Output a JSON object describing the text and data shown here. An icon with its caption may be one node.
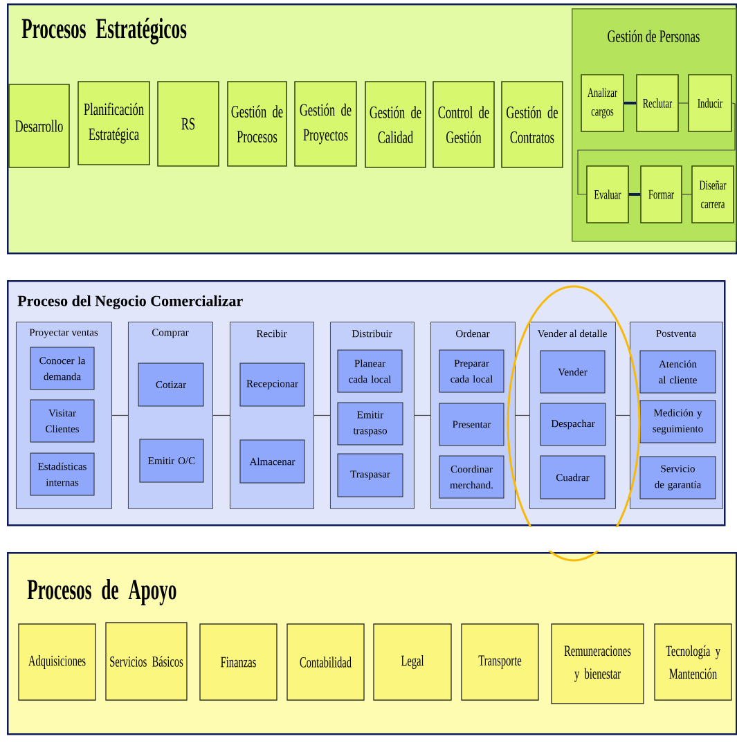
{
  "diagram": {
    "nodes": [
      {
        "text": [
          "Procesos Estratégicos"
        ]
      },
      {
        "text": [
          "Desarrollo"
        ],
        "in": 0
      },
      {
        "text": [
          "Planificación Estratégica"
        ],
        "in": 0
      },
      {
        "text": [
          "RS"
        ],
        "in": 0
      },
      {
        "text": [
          "Gestión de Procesos"
        ],
        "in": 0
      },
      {
        "text": [
          "Gestión de Proyectos"
        ],
        "in": 0
      },
      {
        "text": [
          "Gestión de Calidad"
        ],
        "in": 0
      },
      {
        "text": [
          "Control de Gestión"
        ],
        "in": 0
      },
      {
        "text": [
          "Gestión de Contratos"
        ],
        "in": 0
      },
      {
        "text": [
          "Gestión de Personas"
        ],
        "in": 0
      },
      {
        "text": [
          "Analizar cargos"
        ],
        "in": 9
      },
      {
        "text": [
          "Reclutar"
        ],
        "in": 9
      },
      {
        "text": [
          "Inducir"
        ],
        "in": 9
      },
      {
        "text": [
          "Evaluar"
        ],
        "in": 9
      },
      {
        "text": [
          "Formar"
        ],
        "in": 9
      },
      {
        "text": [
          "Diseñar carrera"
        ],
        "in": 9
      },
      {
        "text": [
          "Proceso del Negocio Comercializar"
        ]
      },
      {
        "text": [
          "Proyectar ventas"
        ],
        "in": 16
      },
      {
        "text": [
          "Conocer la demanda"
        ],
        "in": 17
      },
      {
        "text": [
          "Visitar Clientes"
        ],
        "in": 17
      },
      {
        "text": [
          "Estadísticas internas"
        ],
        "in": 17
      },
      {
        "text": [
          "Comprar"
        ],
        "in": 16
      },
      {
        "text": [
          "Cotizar"
        ],
        "in": 21
      },
      {
        "text": [
          "Emitir O/C"
        ],
        "in": 21
      },
      {
        "text": [
          "Recibir"
        ],
        "in": 16
      },
      {
        "text": [
          "Recepcionar"
        ],
        "in": 24
      },
      {
        "text": [
          "Almacenar"
        ],
        "in": 24
      },
      {
        "text": [
          "Distribuir"
        ],
        "in": 16
      },
      {
        "text": [
          "Planear cada local"
        ],
        "in": 27
      },
      {
        "text": [
          "Emitir traspaso"
        ],
        "in": 27
      },
      {
        "text": [
          "Traspasar"
        ],
        "in": 27
      },
      {
        "text": [
          "Ordenar"
        ],
        "in": 16
      },
      {
        "text": [
          "Preparar cada local"
        ],
        "in": 31
      },
      {
        "text": [
          "Presentar"
        ],
        "in": 31
      },
      {
        "text": [
          "Coordinar merchand."
        ],
        "in": 31
      },
      {
        "text": [
          "Vender al detalle"
        ],
        "in": 16
      },
      {
        "text": [
          "Vender"
        ],
        "in": 35
      },
      {
        "text": [
          "Despachar"
        ],
        "in": 35
      },
      {
        "text": [
          "Cuadrar"
        ],
        "in": 35
      },
      {
        "text": [
          "Postventa"
        ],
        "in": 16
      },
      {
        "text": [
          "Atención al cliente"
        ],
        "in": 39
      },
      {
        "text": [
          "Medición y seguimiento"
        ],
        "in": 39
      },
      {
        "text": [
          "Servicio de garantía"
        ],
        "in": 39
      },
      {
        "text": [
          "Procesos de Apoyo"
        ]
      },
      {
        "text": [
          "Adquisiciones"
        ],
        "in": 43
      },
      {
        "text": [
          "Servicios Básicos"
        ],
        "in": 43
      },
      {
        "text": [
          "Finanzas"
        ],
        "in": 43
      },
      {
        "text": [
          "Contabilidad"
        ],
        "in": 43
      },
      {
        "text": [
          "Legal"
        ],
        "in": 43
      },
      {
        "text": [
          "Transporte"
        ],
        "in": 43
      },
      {
        "text": [
          "Remuneraciones y bienestar"
        ],
        "in": 43
      },
      {
        "text": [
          "Tecnología y Mantención"
        ],
        "in": 43
      }
    ],
    "edges": [
      {
        "from": 10,
        "to": 11,
        "arrow": "none",
        "style": "thick",
        "color": "#0d1a4c"
      },
      {
        "from": 11,
        "to": 12,
        "arrow": "none"
      },
      {
        "from": 12,
        "to": 13,
        "arrow": "none"
      },
      {
        "from": 13,
        "to": 14,
        "arrow": "none",
        "style": "thick",
        "color": "#0d1a4c"
      },
      {
        "from": 14,
        "to": 15,
        "arrow": "none"
      },
      {
        "from": 17,
        "to": 21,
        "arrow": "none"
      },
      {
        "from": 21,
        "to": 24,
        "arrow": "none"
      },
      {
        "from": 24,
        "to": 27,
        "arrow": "none"
      },
      {
        "from": 27,
        "to": 31,
        "arrow": "none"
      },
      {
        "from": 31,
        "to": 35,
        "arrow": "none"
      },
      {
        "from": 35,
        "to": 39,
        "arrow": "none"
      }
    ]
  }
}
